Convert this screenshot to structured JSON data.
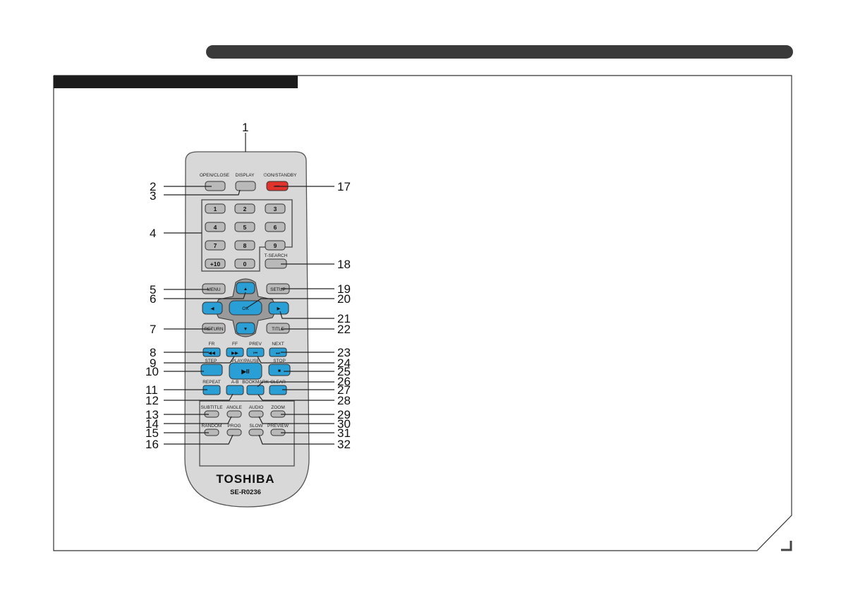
{
  "colors": {
    "accent_blue": "#2a9fd6",
    "standby_red": "#e0332b",
    "body_gray": "#d6d6d6",
    "key_gray": "#b9b9b9",
    "header_bar": "#3a3a3a"
  },
  "remote": {
    "brand": "TOSHIBA",
    "model": "SE-R0236"
  },
  "labels": {
    "open_close": "OPEN/CLOSE",
    "display": "DISPLAY",
    "standby": "⏻ON/STANDBY",
    "t_search": "T-SEARCH",
    "fr": "FR",
    "ff": "FF",
    "prev": "PREV",
    "next": "NEXT",
    "step": "STEP",
    "play_pause": "PLAY/PAUSE",
    "stop": "STOP",
    "repeat": "REPEAT",
    "a_b": "A-B",
    "bookmark": "BOOKMARK",
    "clear": "CLEAR",
    "subtitle": "SUBTITLE",
    "angle": "ANGLE",
    "audio": "AUDIO",
    "zoom": "ZOOM",
    "random": "RANDOM",
    "prog": "PROG",
    "slow": "SLOW",
    "preview": "PREVIEW"
  },
  "keys": {
    "k1": "1",
    "k2": "2",
    "k3": "3",
    "k4": "4",
    "k5": "5",
    "k6": "6",
    "k7": "7",
    "k8": "8",
    "k9": "9",
    "k10": "+10",
    "k0": "0",
    "menu": "MENU",
    "setup": "SETUP",
    "ok": "OK",
    "return": "RETURN",
    "title": "TITLE",
    "up_icon": "▲",
    "down_icon": "▼",
    "left_icon": "◀",
    "right_icon": "▶",
    "fr_icon": "◀◀",
    "ff_icon": "▶▶",
    "prev_icon": "⏮",
    "next_icon": "⏭",
    "play_icon": "▶II",
    "stop_icon": "■",
    "standby_dots": "•••"
  },
  "callouts": {
    "c1": "1",
    "c2": "2",
    "c3": "3",
    "c4": "4",
    "c5": "5",
    "c6": "6",
    "c7": "7",
    "c8": "8",
    "c9": "9",
    "c10": "10",
    "c11": "11",
    "c12": "12",
    "c13": "13",
    "c14": "14",
    "c15": "15",
    "c16": "16",
    "c17": "17",
    "c18": "18",
    "c19": "19",
    "c20": "20",
    "c21": "21",
    "c22": "22",
    "c23": "23",
    "c24": "24",
    "c25": "25",
    "c26": "26",
    "c27": "27",
    "c28": "28",
    "c29": "29",
    "c30": "30",
    "c31": "31",
    "c32": "32"
  }
}
